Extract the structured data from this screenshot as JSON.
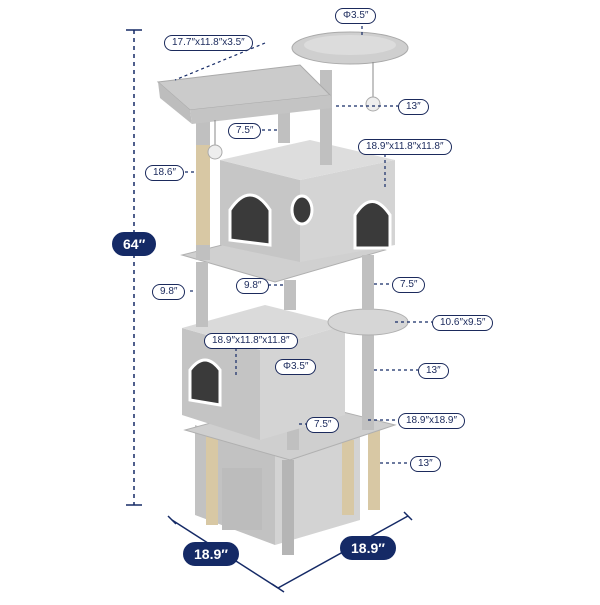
{
  "colors": {
    "navy": "#152a66",
    "plush": "#c9c9c9",
    "plush_shade": "#a9a9a9",
    "sisal": "#d8c8a4"
  },
  "dimensions": {
    "height": "64″",
    "base_width": "18.9″",
    "base_depth": "18.9″",
    "top_bed": "17.7″x11.8″x3.5″",
    "top_perch": "Φ3.5″",
    "top_perch_post": "13″",
    "upper_post_left": "7.5″",
    "upper_condo": "18.9″x11.8″x11.8″",
    "left_post_top": "18.6″",
    "left_post_mid": "9.8″",
    "center_post_mid": "9.8″",
    "right_post_mid": "7.5″",
    "side_platform": "10.6″x9.5″",
    "lower_condo": "18.9″x11.8″x11.8″",
    "small_perch": "Φ3.5″",
    "right_post_low": "13″",
    "small_perch_post": "7.5″",
    "base_platform": "18.9″x18.9″",
    "base_post": "13″"
  }
}
